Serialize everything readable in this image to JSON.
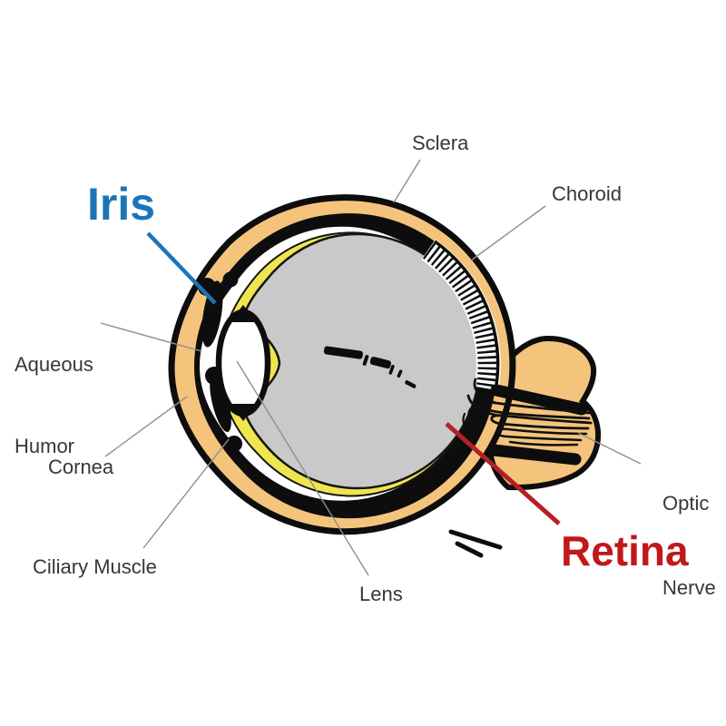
{
  "diagram": {
    "title": "Human eye cross-section anatomy diagram",
    "labels": {
      "sclera": "Sclera",
      "choroid": "Choroid",
      "iris": "Iris",
      "aqueous_humor_line1": "Aqueous",
      "aqueous_humor_line2": "Humor",
      "cornea": "Cornea",
      "ciliary_muscle": "Ciliary Muscle",
      "lens": "Lens",
      "optic_nerve_line1": "Optic",
      "optic_nerve_line2": "Nerve",
      "retina": "Retina"
    },
    "colors": {
      "iris_label_blue": "#1B74B8",
      "retina_label_red": "#C2181B",
      "retina_pointer_red": "#B32025",
      "iris_pointer_blue": "#1C74B8",
      "sclera_fill_peach": "#F5C47C",
      "retina_layer_yellow": "#EFE64F",
      "vitreous_gray": "#C9C9C9",
      "outline_black": "#0D0D0D",
      "leader_line_gray": "#8F8F8F",
      "label_text": "#373737",
      "background": "#FFFFFF"
    }
  }
}
